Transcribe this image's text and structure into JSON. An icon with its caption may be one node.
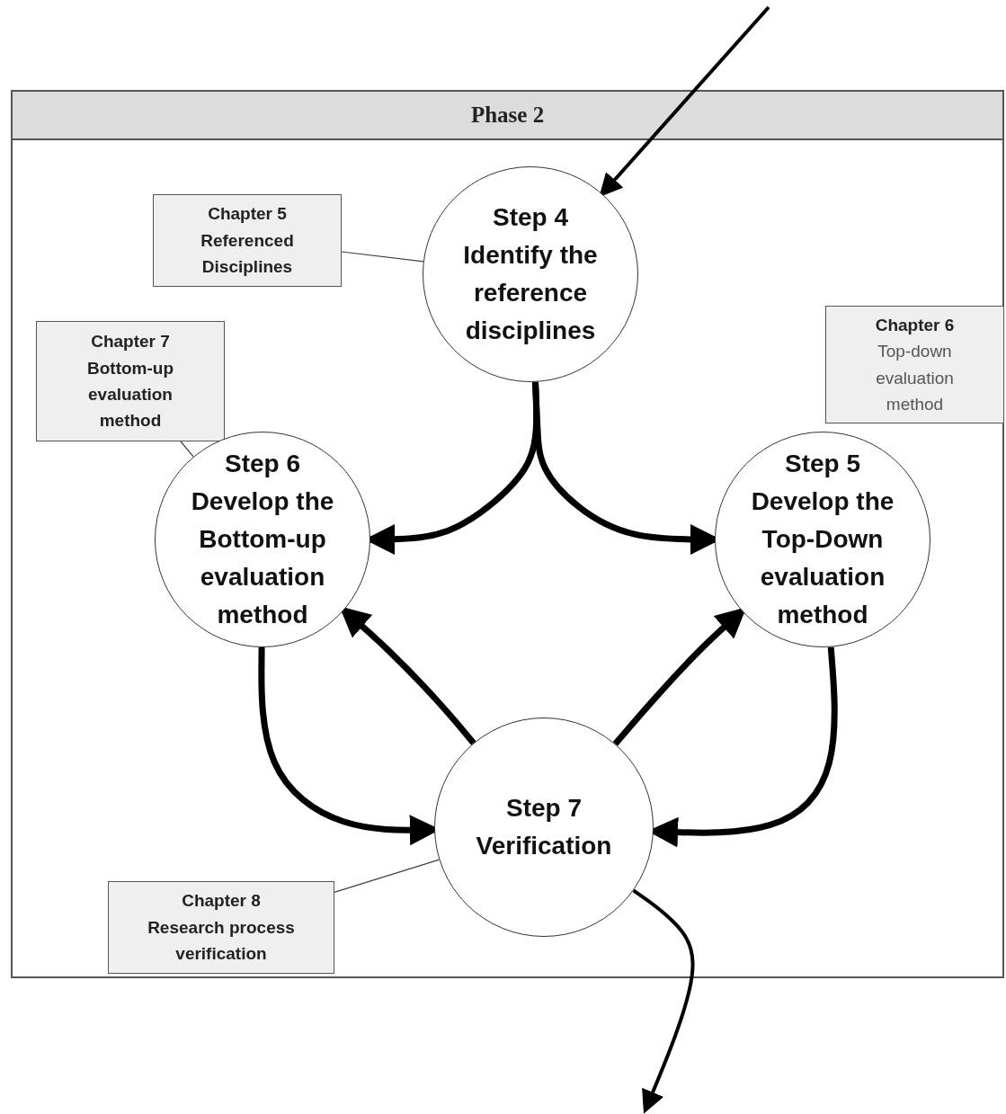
{
  "diagram": {
    "nodes": [
      {
        "text": [
          "Phase 2"
        ]
      },
      {
        "text": [
          "Chapter 5",
          "Referenced Disciplines"
        ],
        "in": 0
      },
      {
        "text": [
          "Step 4",
          "Identify the reference disciplines"
        ],
        "in": 0
      },
      {
        "text": [
          "Chapter 7",
          "Bottom-up evaluation method"
        ],
        "in": 0
      },
      {
        "text": [
          "Chapter 6",
          "Top-down evaluation method"
        ],
        "in": 0
      },
      {
        "text": [
          "Step 6",
          "Develop the Bottom-up evaluation method"
        ],
        "in": 0
      },
      {
        "text": [
          "Step 5",
          "Develop the Top-Down evaluation method"
        ],
        "in": 0
      },
      {
        "text": [
          "Step 7",
          "Verification"
        ],
        "in": 0
      },
      {
        "text": [
          "Chapter 8",
          "Research process verification"
        ],
        "in": 0
      }
    ],
    "edges": [
      {
        "from": null,
        "to": 2,
        "arrow": "to"
      },
      {
        "from": 1,
        "to": 2,
        "arrow": "none",
        "color": "#404040"
      },
      {
        "from": 3,
        "to": 5,
        "arrow": "none",
        "color": "#404040"
      },
      {
        "from": 2,
        "to": 5,
        "arrow": "to"
      },
      {
        "from": 2,
        "to": 6,
        "arrow": "to"
      },
      {
        "from": 5,
        "to": 7,
        "arrow": "to"
      },
      {
        "from": 7,
        "to": 5,
        "arrow": "to"
      },
      {
        "from": 7,
        "to": 6,
        "arrow": "to"
      },
      {
        "from": 6,
        "to": 7,
        "arrow": "to"
      },
      {
        "from": 8,
        "to": 7,
        "arrow": "none",
        "color": "#404040"
      },
      {
        "from": 7,
        "to": null,
        "arrow": "to"
      }
    ]
  }
}
